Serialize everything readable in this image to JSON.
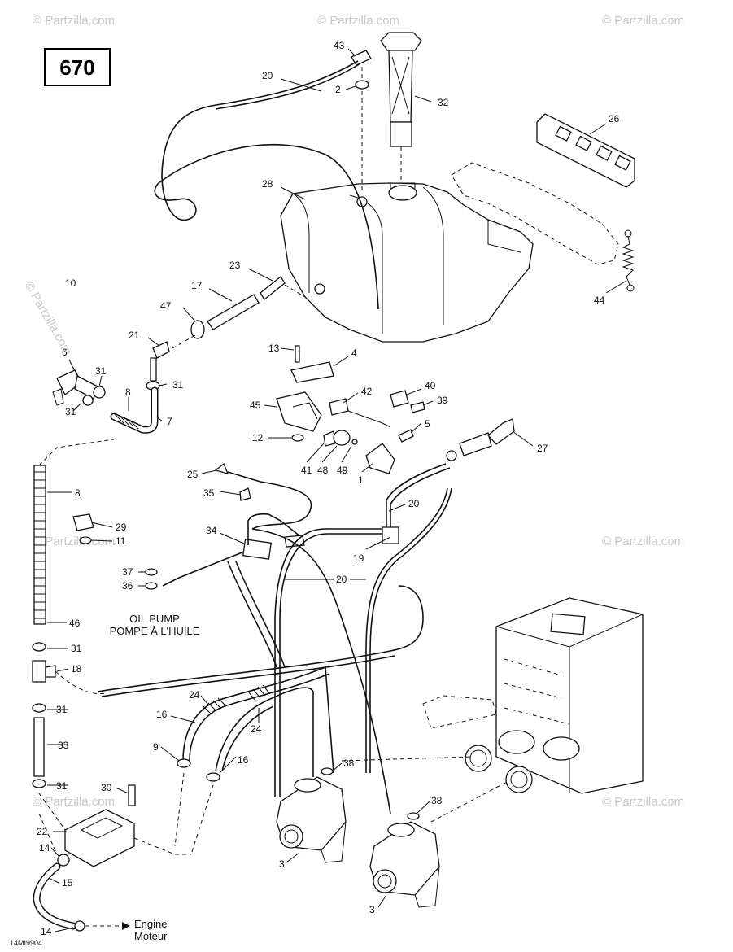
{
  "diagram_number": "670",
  "watermark": "© Partzilla.com",
  "drawing_code": "14MI9904",
  "captions": {
    "oil_pump_en": "OIL PUMP",
    "oil_pump_fr": "POMPE À L'HUILE",
    "engine_en": "Engine",
    "engine_fr": "Moteur"
  },
  "callouts": {
    "c43": "43",
    "c2": "2",
    "c32": "32",
    "c20a": "20",
    "c26": "26",
    "c28": "28",
    "c23": "23",
    "c17": "17",
    "c47": "47",
    "c10": "10",
    "c21": "21",
    "c6": "6",
    "c31a": "31",
    "c31b": "31",
    "c31c": "31",
    "c8a": "8",
    "c7": "7",
    "c13": "13",
    "c4": "4",
    "c40": "40",
    "c42": "42",
    "c39": "39",
    "c45": "45",
    "c5": "5",
    "c12": "12",
    "c41": "41",
    "c48": "48",
    "c49": "49",
    "c1": "1",
    "c27": "27",
    "c25": "25",
    "c35": "35",
    "c8b": "8",
    "c20b": "20",
    "c29": "29",
    "c11": "11",
    "c34": "34",
    "c19": "19",
    "c37": "37",
    "c36": "36",
    "c20c": "20",
    "c46": "46",
    "c31d": "31",
    "c18": "18",
    "c24a": "24",
    "c16a": "16",
    "c24b": "24",
    "c31e": "31",
    "c33": "33",
    "c9": "9",
    "c16b": "16",
    "c38a": "38",
    "c31f": "31",
    "c30": "30",
    "c38b": "38",
    "c22": "22",
    "c14a": "14",
    "c3a": "3",
    "c15": "15",
    "c14b": "14",
    "c3b": "3",
    "c44": "44"
  }
}
